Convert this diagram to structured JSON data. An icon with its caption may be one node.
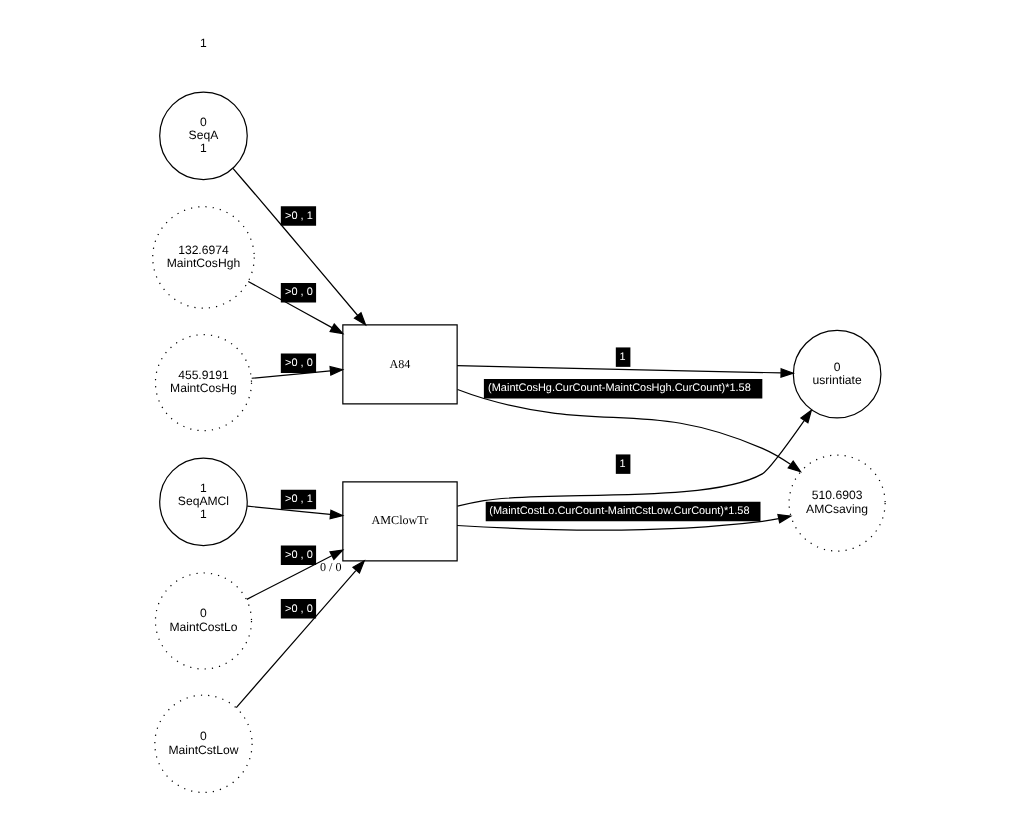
{
  "diagram": {
    "nodes": [
      {
        "text": [
          "0",
          "SeqA",
          "1"
        ]
      },
      {
        "text": [
          "132.6974",
          "MaintCosHgh"
        ]
      },
      {
        "text": [
          "455.9191",
          "MaintCosHg"
        ]
      },
      {
        "text": [
          "A84"
        ]
      },
      {
        "text": [
          "0",
          "usrintiate"
        ]
      },
      {
        "text": [
          "510.6903",
          "AMCsaving"
        ]
      },
      {
        "text": [
          "1",
          "SeqAMCl",
          "1"
        ]
      },
      {
        "text": [
          "0",
          "MaintCostLo"
        ]
      },
      {
        "text": [
          "AMClowTr"
        ],
        "beside": [
          "0 / 0"
        ]
      },
      {
        "text": [
          "0",
          "MaintCstLow"
        ]
      }
    ],
    "edges": [
      {
        "from": 0,
        "to": 3,
        "arrow": "to",
        "label": ">0 , 1"
      },
      {
        "from": 1,
        "to": 3,
        "arrow": "to",
        "label": ">0 , 0"
      },
      {
        "from": 2,
        "to": 3,
        "arrow": "to",
        "label": ">0 , 0"
      },
      {
        "from": 3,
        "to": 4,
        "arrow": "to",
        "label": "1"
      },
      {
        "from": 3,
        "to": 5,
        "arrow": "to",
        "label": "(MaintCosHg.CurCount-MaintCosHgh.CurCount)*1.58"
      },
      {
        "from": 6,
        "to": 8,
        "arrow": "to",
        "label": ">0 , 1"
      },
      {
        "from": 7,
        "to": 8,
        "arrow": "to",
        "label": ">0 , 0"
      },
      {
        "from": 9,
        "to": 8,
        "arrow": "to",
        "label": ">0 , 0"
      },
      {
        "from": 8,
        "to": 4,
        "arrow": "to",
        "label": "1"
      },
      {
        "from": 8,
        "to": 5,
        "arrow": "to",
        "label": "(MaintCostLo.CurCount-MaintCstLow.CurCount)*1.58"
      }
    ],
    "labels": [
      "1"
    ]
  }
}
